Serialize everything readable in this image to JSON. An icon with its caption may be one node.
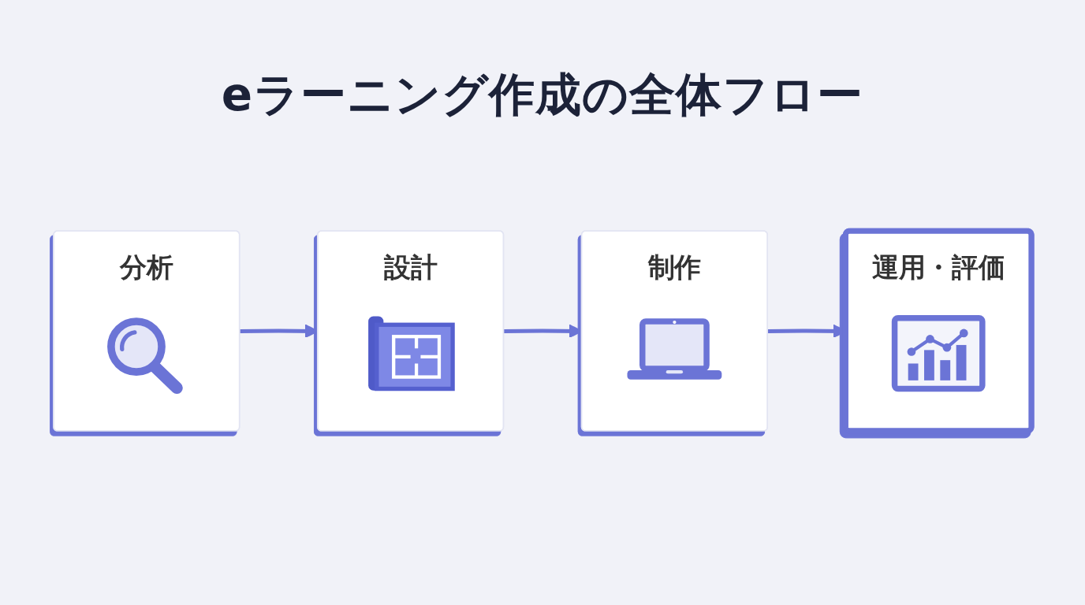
{
  "diagram": {
    "title": "eラーニング作成の全体フロー",
    "nodes": [
      {
        "text": [
          "分析"
        ]
      },
      {
        "text": [
          "設計"
        ]
      },
      {
        "text": [
          "制作"
        ]
      },
      {
        "text": [
          "運用・評価"
        ]
      }
    ],
    "edges": [
      {
        "from": 0,
        "to": 1,
        "arrow": "to"
      },
      {
        "from": 1,
        "to": 2,
        "arrow": "to"
      },
      {
        "from": 2,
        "to": 3,
        "arrow": "to"
      }
    ]
  }
}
